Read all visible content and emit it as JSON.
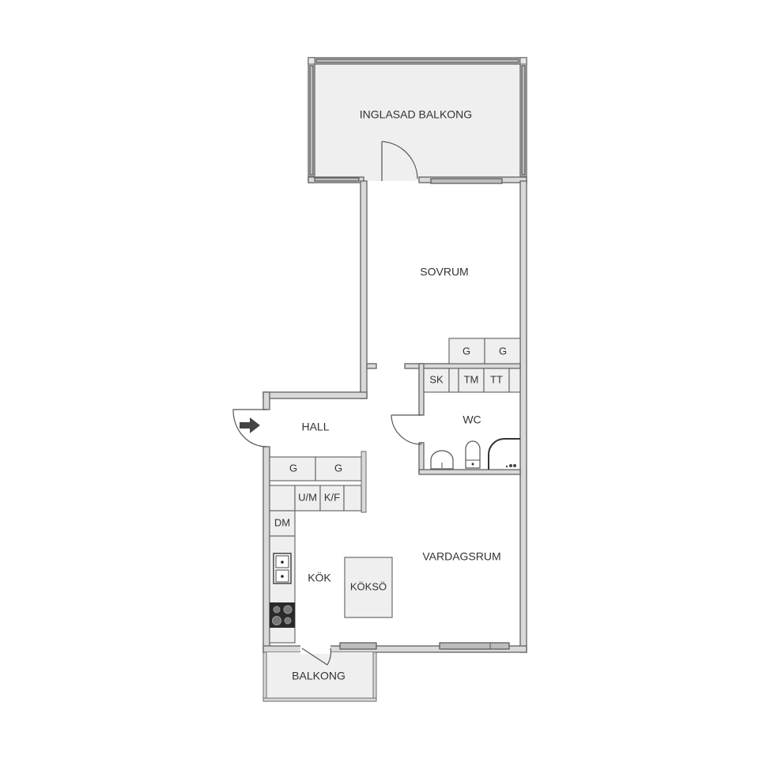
{
  "floorplan": {
    "rooms": {
      "glazed_balcony": "INGLASAD BALKONG",
      "bedroom": "SOVRUM",
      "hall": "HALL",
      "wc": "WC",
      "living_room": "VARDAGSRUM",
      "kitchen": "KÖK",
      "kitchen_island": "KÖKSÖ",
      "balcony": "BALKONG"
    },
    "storage": {
      "bedroom_wardrobe_1": "G",
      "bedroom_wardrobe_2": "G",
      "hall_wardrobe_1": "G",
      "hall_wardrobe_2": "G"
    },
    "wc_fixtures": {
      "cabinet": "SK",
      "washer": "TM",
      "dryer": "TT"
    },
    "kitchen_fixtures": {
      "microwave_oven": "U/M",
      "fridge_freezer": "K/F",
      "dishwasher": "DM"
    },
    "icons": {
      "entrance": "entrance-arrow-icon",
      "sink": "kitchen-sink-icon",
      "stove": "stove-icon",
      "toilet": "toilet-icon",
      "washbasin": "washbasin-icon",
      "shower": "shower-icon"
    },
    "colors": {
      "wall_fill": "#d9d9d9",
      "wall_stroke": "#6b6b6b",
      "balcony_floor": "#efefef",
      "room_floor": "#ffffff",
      "text": "#333333"
    }
  }
}
